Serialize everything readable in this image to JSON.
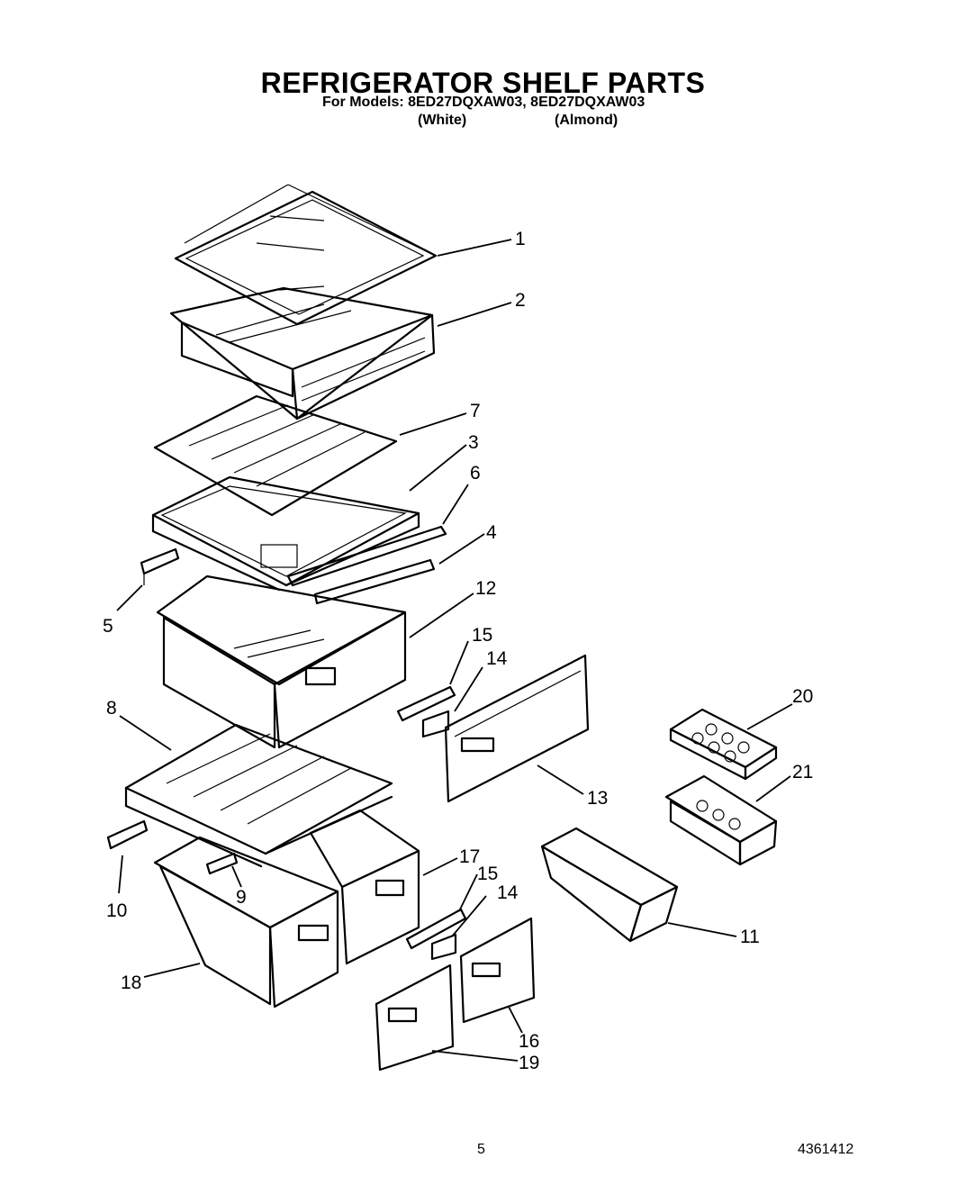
{
  "header": {
    "title": "REFRIGERATOR SHELF PARTS",
    "models_line": "For Models: 8ED27DQXAW03, 8ED27DQXAW03",
    "finish_white": "(White)",
    "finish_almond": "(Almond)"
  },
  "callouts": [
    "1",
    "2",
    "7",
    "3",
    "6",
    "4",
    "5",
    "12",
    "15",
    "14",
    "20",
    "8",
    "21",
    "13",
    "17",
    "15",
    "14",
    "9",
    "10",
    "11",
    "18",
    "16",
    "19"
  ],
  "footer": {
    "page_number": "5",
    "document_number": "4361412"
  }
}
